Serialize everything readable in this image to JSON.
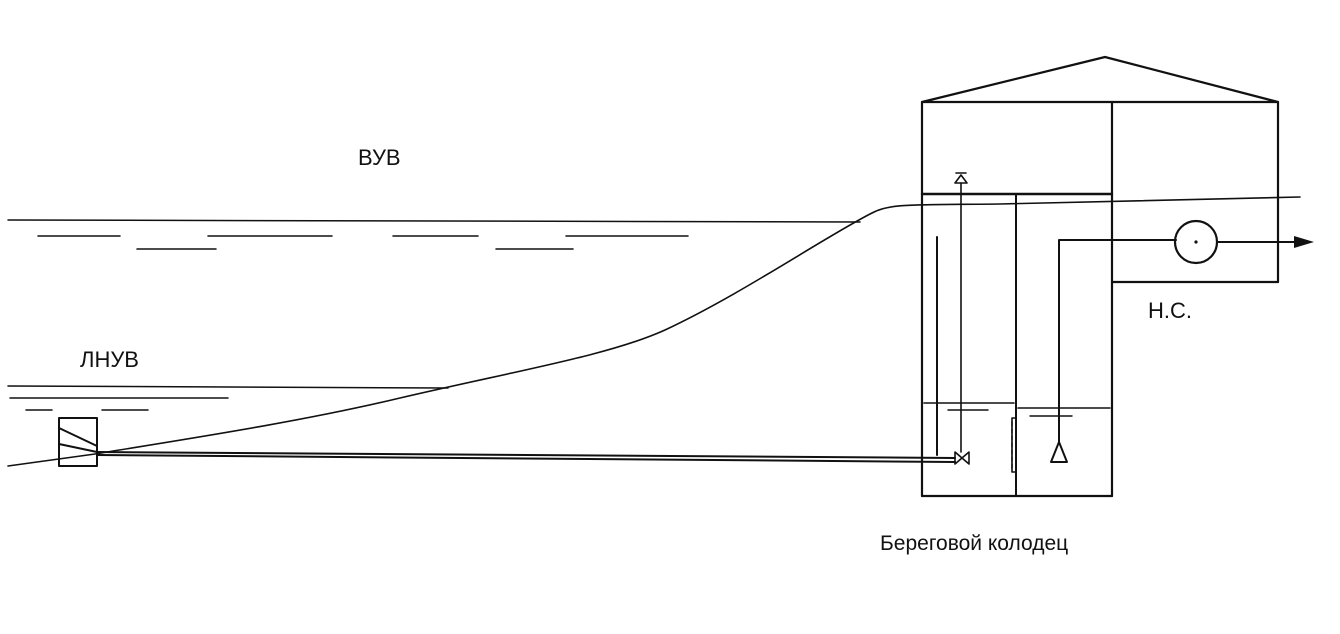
{
  "labels": {
    "high_water": "ВУВ",
    "low_water": "ЛНУВ",
    "pump_station": "Н.С.",
    "shore_well": "Береговой колодец"
  }
}
